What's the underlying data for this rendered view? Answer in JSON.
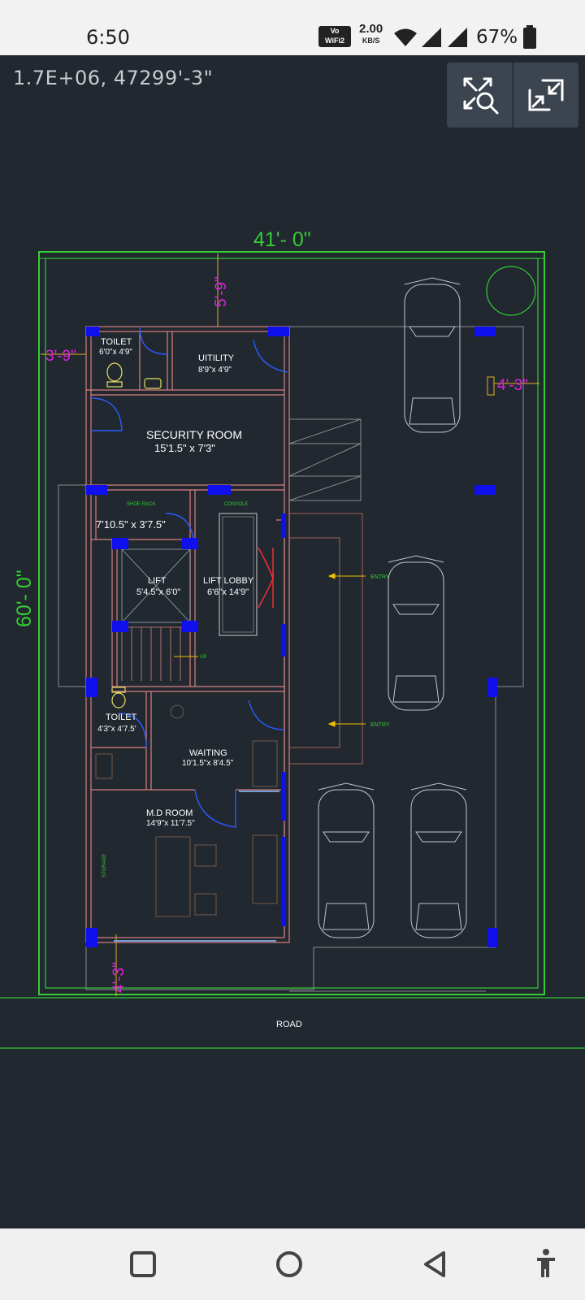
{
  "status_bar": {
    "time": "6:50",
    "volte_line1": "Vo",
    "volte_line2": "WiFi2",
    "speed_value": "2.00",
    "speed_unit": "KB/S",
    "battery": "67%"
  },
  "coordinate_readout": "1.7E+06, 47299'-3\"",
  "toolbar": {
    "zoom_extents_icon": "zoom-extents-icon",
    "fit_icon": "fullscreen-exit-icon"
  },
  "drawing": {
    "dim_width": "41'- 0\"",
    "dim_depth": "60'- 0\"",
    "dim_front_setback": "5'-9\"",
    "dim_left_setback": "3'-9\"",
    "dim_right_setback": "4'-3\"",
    "dim_rear_setback": "4'-3\"",
    "toilet1_name": "TOILET",
    "toilet1_size": "6'0\"x 4'9\"",
    "utility_name": "UITILITY",
    "utility_size": "8'9\"x 4'9\"",
    "security_name": "SECURITY ROOM",
    "security_size": "15'1.5\" x 7'3\"",
    "shoe_rack": "SHOE RACK",
    "console": "CONSOLE",
    "shoe_rack_size": "7'10.5\" x 3'7.5\"",
    "lift_name": "LIFT",
    "lift_size": "5'4.5\"x 6'0\"",
    "lift_lobby_name": "LIFT LOBBY",
    "lift_lobby_size": "6'6\"x 14'9\"",
    "up_label": "UP",
    "entry_1": "ENTRY",
    "entry_2": "ENTRY",
    "toilet2_name": "TOILET",
    "toilet2_size": "4'3\"x 4'7.5'",
    "waiting_name": "WAITING",
    "waiting_size": "10'1.5\"x 8'4.5\"",
    "md_name": "M.D ROOM",
    "md_size": "14'9\"x 11'7.5\"",
    "storage": "STORAGE",
    "road": "ROAD"
  },
  "colors": {
    "canvas": "#212830",
    "plot_boundary": "#33cc33",
    "dimension_text": "#e020e0",
    "wall": "#d98080",
    "column": "#1010ee",
    "label": "#ffffff",
    "entry": "#f0c000"
  }
}
